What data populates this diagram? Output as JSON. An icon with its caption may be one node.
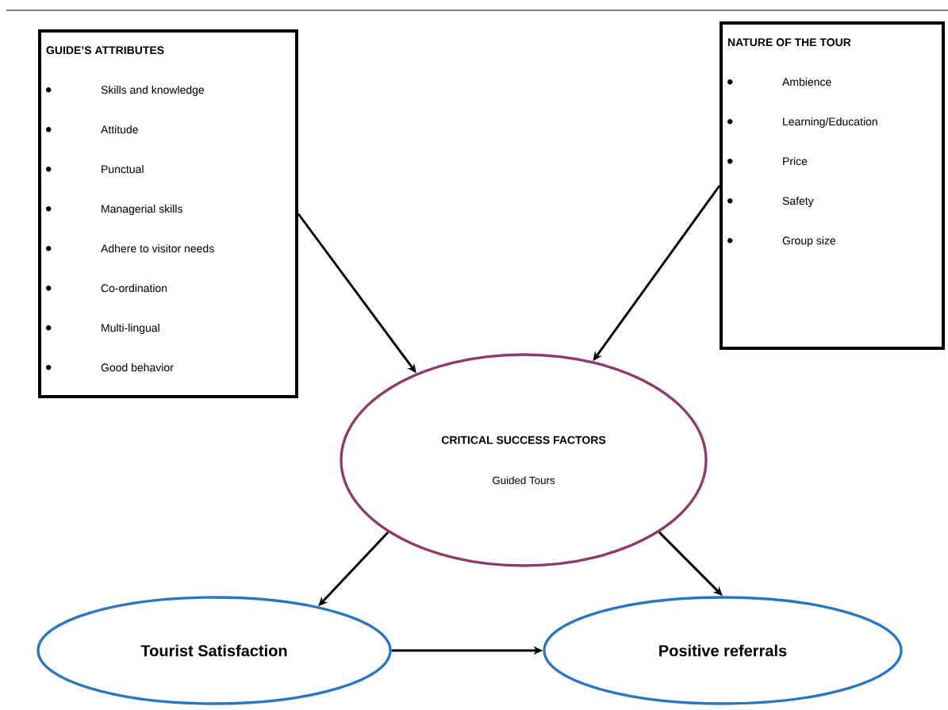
{
  "diagram": {
    "nodes": [
      {
        "text": [
          "GUIDE’S ATTRIBUTES",
          "Skills and knowledge",
          "Attitude",
          "Punctual",
          "Managerial skills",
          "Adhere to visitor needs",
          "Co-ordination",
          "Multi-lingual",
          "Good behavior"
        ]
      },
      {
        "text": [
          "NATURE OF THE TOUR",
          "Ambience",
          "Learning/Education",
          "Price",
          "Safety",
          "Group size"
        ]
      },
      {
        "text": [
          "CRITICAL SUCCESS FACTORS",
          "Guided Tours"
        ]
      },
      {
        "text": [
          "Tourist Satisfaction"
        ]
      },
      {
        "text": [
          "Positive referrals"
        ]
      }
    ],
    "edges": [
      {
        "from": 0,
        "to": 2,
        "arrow": "to"
      },
      {
        "from": 1,
        "to": 2,
        "arrow": "to"
      },
      {
        "from": 2,
        "to": 3,
        "arrow": "to"
      },
      {
        "from": 2,
        "to": 4,
        "arrow": "to"
      },
      {
        "from": 3,
        "to": 4,
        "arrow": "to"
      }
    ]
  }
}
